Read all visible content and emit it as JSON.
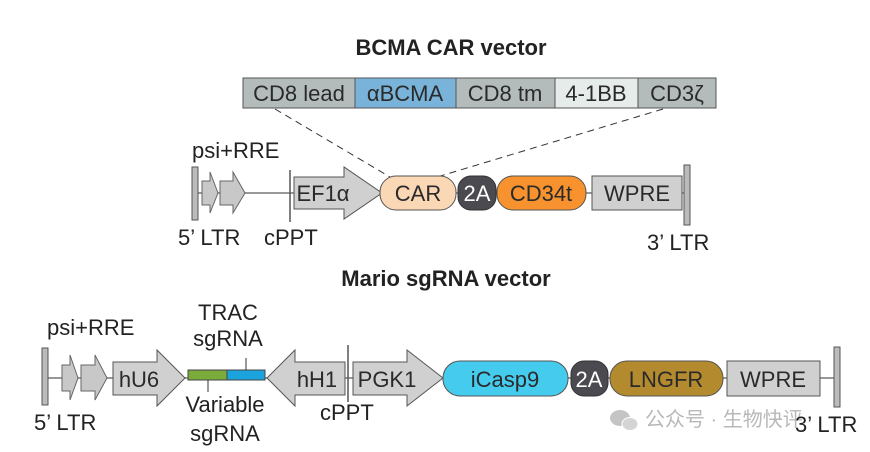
{
  "car_vector": {
    "title": "BCMA CAR vector",
    "car_domains": [
      {
        "label": "CD8 lead",
        "color": "#b3bcbb"
      },
      {
        "label": "αBCMA",
        "color": "#7ab3da"
      },
      {
        "label": "CD8 tm",
        "color": "#b3bcbb"
      },
      {
        "label": "4-1BB",
        "color": "#e6ecea"
      },
      {
        "label": "CD3ζ",
        "color": "#b3bcbb"
      }
    ],
    "psi_rre": "psi+RRE",
    "ltr5": "5’ LTR",
    "cppt": "cPPT",
    "promoter": "EF1α",
    "car": "CAR",
    "t2a": "2A",
    "cd34t": "CD34t",
    "wpre": "WPRE",
    "ltr3": "3’ LTR",
    "colors": {
      "car": "#fad7b5",
      "t2a": "#4a4a50",
      "cd34t": "#f7922e",
      "wpre": "#d0d0d0"
    }
  },
  "mario_vector": {
    "title": "Mario sgRNA vector",
    "psi_rre": "psi+RRE",
    "ltr5": "5’ LTR",
    "hu6": "hU6",
    "trac_1": "TRAC",
    "trac_2": "sgRNA",
    "variable_1": "Variable",
    "variable_2": "sgRNA",
    "hh1": "hH1",
    "cppt": "cPPT",
    "pgk1": "PGK1",
    "icasp9": "iCasp9",
    "t2a": "2A",
    "lngfr": "LNGFR",
    "wpre": "WPRE",
    "ltr3": "3’ LTR",
    "colors": {
      "variable": "#7bab3a",
      "trac": "#1ba3dd",
      "icasp9": "#45cbee",
      "t2a": "#4a4a50",
      "lngfr": "#b38b2e",
      "wpre": "#d0d0d0"
    }
  },
  "watermark": "公众号 · 生物快评"
}
